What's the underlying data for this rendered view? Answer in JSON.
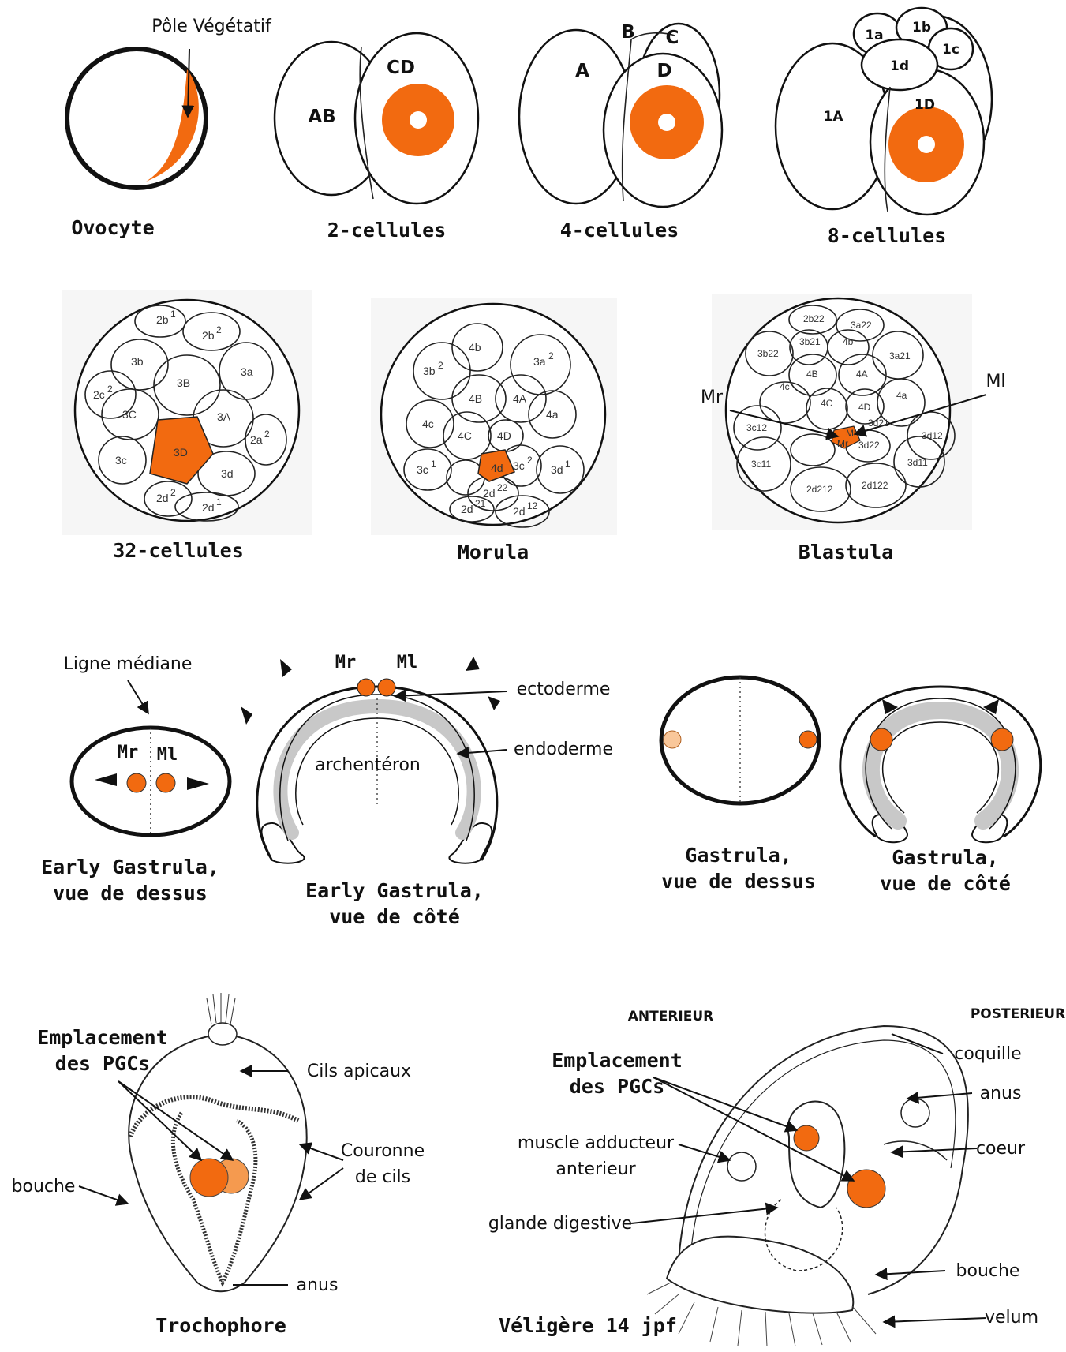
{
  "colors": {
    "germ": "#f26a10",
    "gut": "#c8c8c8",
    "pale_germ": "#f9c79a",
    "outline": "#111111"
  },
  "row1": {
    "ovocyte": {
      "caption": "Ovocyte",
      "pole_label": "Pôle Végétatif"
    },
    "two_cell": {
      "caption": "2-cellules",
      "cells": [
        "AB",
        "CD"
      ]
    },
    "four_cell": {
      "caption": "4-cellules",
      "cells": [
        "A",
        "B",
        "C",
        "D"
      ]
    },
    "eight_cell": {
      "caption": "8-cellules",
      "cells": [
        "1a",
        "1b",
        "1c",
        "1d",
        "1A",
        "1D"
      ]
    }
  },
  "row2": {
    "c32": {
      "caption": "32-cellules",
      "cells": [
        "2b",
        "1",
        "2b",
        "2",
        "3b",
        "3a",
        "2c",
        "2",
        "3B",
        "3C",
        "3A",
        "3D",
        "2a",
        "2",
        "3c",
        "3d",
        "2d",
        "2",
        "2d",
        "1"
      ]
    },
    "morula": {
      "caption": "Morula",
      "cells": [
        "3b",
        "2",
        "4b",
        "3a",
        "2",
        "4B",
        "4A",
        "4a",
        "4c",
        "4C",
        "4D",
        "4d",
        "3c",
        "1",
        "3c",
        "2",
        "3d",
        "1",
        "2d",
        "22",
        "2d",
        "21",
        "2d",
        "12"
      ]
    },
    "blastula": {
      "caption": "Blastula",
      "cells": [
        "2b22",
        "3a22",
        "3b22",
        "3b21",
        "4b",
        "4B",
        "4A",
        "3a21",
        "4c",
        "4C",
        "4D",
        "4a",
        "3c12",
        "3d21",
        "3d12",
        "3c11",
        "3d22",
        "3d11",
        "2d212",
        "2d122",
        "Mr",
        "Ml"
      ],
      "mr": "Mr",
      "ml": "Ml"
    }
  },
  "row3": {
    "ligne_mediane": "Ligne médiane",
    "mr": "Mr",
    "ml": "Ml",
    "early_top_caption": [
      "Early Gastrula,",
      "vue de dessus"
    ],
    "early_side_caption": [
      "Early Gastrula,",
      "vue de côté"
    ],
    "archenteron": "archentéron",
    "ectoderme": "ectoderme",
    "endoderme": "endoderme",
    "gastrula_top_caption": [
      "Gastrula,",
      "vue de dessus"
    ],
    "gastrula_side_caption": [
      "Gastrula,",
      "vue de côté"
    ]
  },
  "row4": {
    "trocho": {
      "caption": "Trochophore",
      "pgc_label": [
        "Emplacement",
        "des PGCs"
      ],
      "cils_apicaux": "Cils apicaux",
      "couronne": [
        "Couronne",
        "de cils"
      ],
      "bouche": "bouche",
      "anus": "anus"
    },
    "veligere": {
      "caption": "Véligère 14 jpf",
      "anterieur": "ANTERIEUR",
      "posterieur": "POSTERIEUR",
      "pgc_label": [
        "Emplacement",
        "des PGCs"
      ],
      "coquille": "coquille",
      "anus": "anus",
      "coeur": "coeur",
      "muscle": [
        "muscle adducteur",
        "anterieur"
      ],
      "glande": "glande digestive",
      "bouche": "bouche",
      "velum": "velum"
    }
  }
}
